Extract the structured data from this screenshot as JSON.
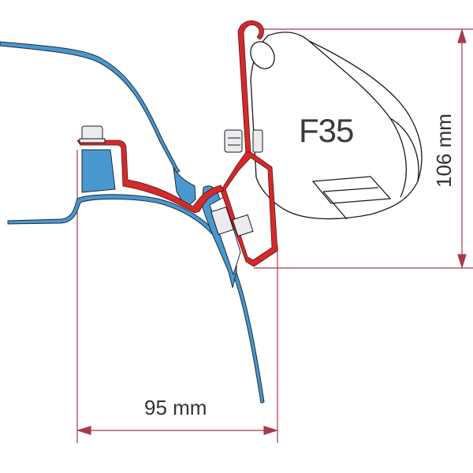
{
  "diagram": {
    "type": "technical-mounting-adapter-drawing",
    "model_label": "F35",
    "dimensions": {
      "width_label": "95 mm",
      "height_label": "106 mm"
    },
    "colors": {
      "adapter_red": "#d42a2a",
      "vehicle_blue": "#4a98d0",
      "dimension_line": "#a83a4a",
      "outline": "#1a1a1a",
      "bolt_fill": "#ececf0"
    },
    "parts": [
      {
        "name": "awning-cassette",
        "color": "white"
      },
      {
        "name": "adapter-bracket",
        "color": "red"
      },
      {
        "name": "roof-rail-profile",
        "color": "blue"
      },
      {
        "name": "vehicle-roof-panel",
        "color": "blue"
      },
      {
        "name": "bolt-nut",
        "color": "light-gray"
      }
    ]
  }
}
